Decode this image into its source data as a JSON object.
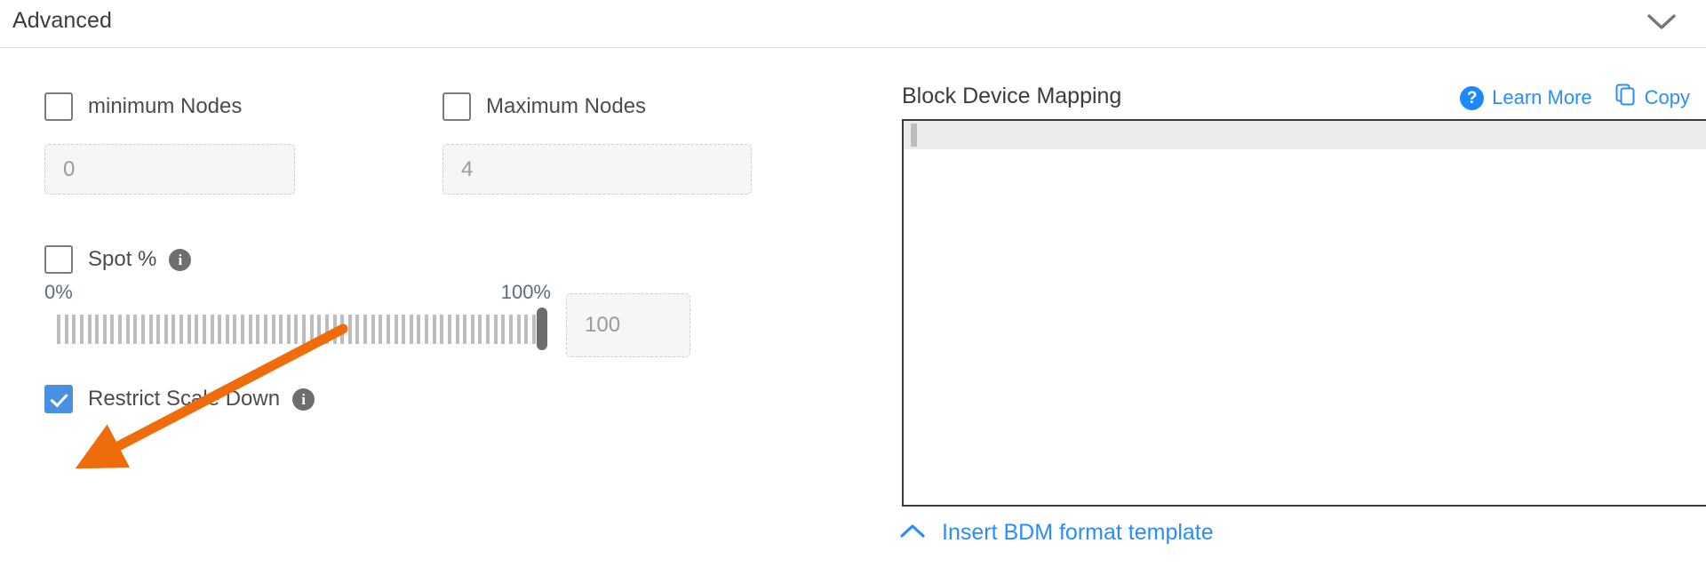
{
  "section": {
    "title": "Advanced",
    "collapse_icon": "chevron-down-icon"
  },
  "left_panel": {
    "min_nodes": {
      "label": "minimum Nodes",
      "checked": false,
      "input_placeholder": "0",
      "input_value": ""
    },
    "max_nodes": {
      "label": "Maximum Nodes",
      "checked": false,
      "input_placeholder": "4",
      "input_value": ""
    },
    "spot": {
      "label": "Spot %",
      "checked": false,
      "info_icon": "info-icon",
      "info_glyph": "i"
    },
    "slider": {
      "min_label": "0%",
      "max_label": "100%",
      "value": 100,
      "tick_count": 64,
      "value_input_placeholder": "100",
      "value_input_value": ""
    },
    "restrict_scale_down": {
      "label": "Restrict Scale Down",
      "checked": true,
      "info_icon": "info-icon",
      "info_glyph": "i"
    }
  },
  "right_panel": {
    "title": "Block Device Mapping",
    "learn_more": {
      "label": "Learn More",
      "icon": "question-mark-circle-icon",
      "glyph": "?"
    },
    "copy": {
      "label": "Copy",
      "icon": "copy-icon"
    },
    "editor": {
      "content": "",
      "active_line": 1
    },
    "insert_template": {
      "label": "Insert BDM format template",
      "icon": "chevron-up-icon"
    }
  },
  "colors": {
    "accent_blue": "#2b8cff",
    "checkbox_checked": "#4a90e2",
    "annotation_orange": "#ef6c0a",
    "slider_tick": "#bdbdbd",
    "slider_thumb": "#6d6d6d",
    "editor_border": "#3a3a3a"
  },
  "annotation": {
    "type": "arrow",
    "color": "#ef6c0a",
    "points_to": "restrict-scale-down-checkbox"
  }
}
